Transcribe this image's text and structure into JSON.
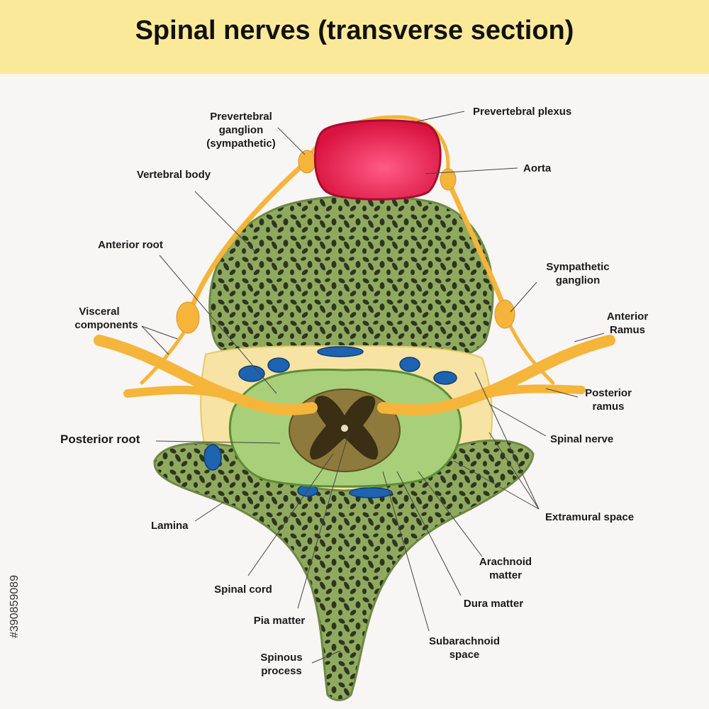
{
  "title": "Spinal nerves (transverse section)",
  "stock_id": "#390859089",
  "labels": {
    "prevertebral_plexus": "Prevertebral plexus",
    "prevertebral_ganglion_1": "Prevertebral",
    "prevertebral_ganglion_2": "ganglion",
    "prevertebral_ganglion_3": "(sympathetic)",
    "aorta": "Aorta",
    "vertebral_body": "Vertebral body",
    "anterior_root": "Anterior root",
    "sympathetic_ganglion_1": "Sympathetic",
    "sympathetic_ganglion_2": "ganglion",
    "visceral_components_1": "Visceral",
    "visceral_components_2": "components",
    "anterior_ramus_1": "Anterior",
    "anterior_ramus_2": "Ramus",
    "posterior_ramus_1": "Posterior",
    "posterior_ramus_2": "ramus",
    "posterior_root": "Posterior root",
    "spinal_nerve": "Spinal nerve",
    "extramural_space": "Extramural space",
    "lamina": "Lamina",
    "arachnoid_matter_1": "Arachnoid",
    "arachnoid_matter_2": "matter",
    "spinal_cord": "Spinal cord",
    "dura_matter": "Dura matter",
    "pia_matter": "Pia matter",
    "subarachnoid_space_1": "Subarachnoid",
    "subarachnoid_space_2": "space",
    "spinous_process_1": "Spinous",
    "spinous_process_2": "process"
  },
  "colors": {
    "banner": "#fbe99a",
    "bone": "#8faa5f",
    "bone_pores": "#2f3420",
    "nerve": "#f5b53a",
    "aorta": "#e8204f",
    "fat": "#f7e3a3",
    "vessel": "#1e63b0",
    "cord": "#8e7a3c",
    "grey_matter": "#3a2e14",
    "meninges": "#7fb34e"
  }
}
